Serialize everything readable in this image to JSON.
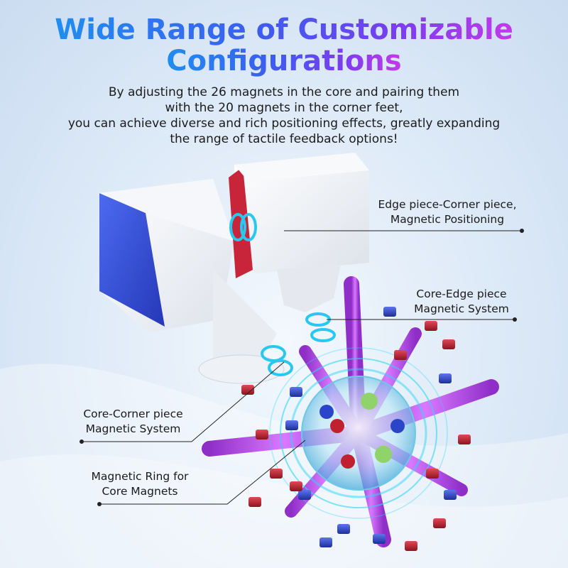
{
  "headline": {
    "line1": "Wide Range of Customizable",
    "line2": "Configurations"
  },
  "description": [
    "By adjusting the 26 magnets in the core and pairing them",
    "with the 20 magnets in the corner feet,",
    "you can achieve diverse and rich positioning effects, greatly expanding",
    "the range of tactile feedback options!"
  ],
  "callouts": {
    "edge_corner": {
      "line1": "Edge piece-Corner piece,",
      "line2": "Magnetic Positioning"
    },
    "core_edge": {
      "line1": "Core-Edge piece",
      "line2": "Magnetic  System"
    },
    "core_corner": {
      "line1": "Core-Corner piece",
      "line2": "Magnetic  System"
    },
    "magnetic_ring": {
      "line1": "Magnetic Ring for",
      "line2": "Core Magnets"
    }
  },
  "colors": {
    "title_gradient": [
      "#1f8ef0",
      "#3d5cf0",
      "#7a3df0",
      "#c43ae8"
    ],
    "magnet_red": "#c0212f",
    "magnet_blue": "#2b45c9",
    "rod_purple": "#b846e8",
    "cube_blue": "#3552d8",
    "energy_cyan": "#2fd6f5"
  }
}
